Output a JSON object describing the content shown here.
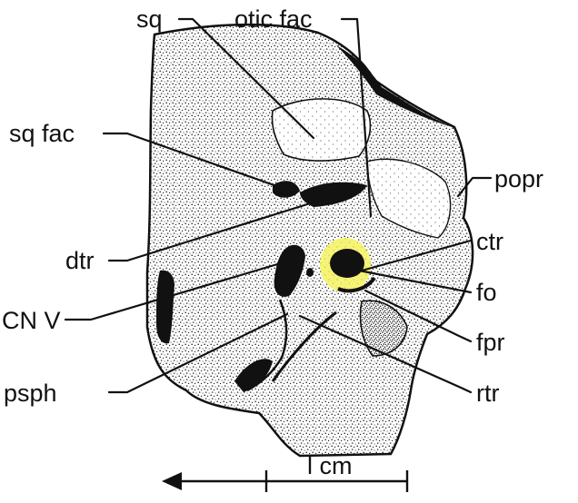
{
  "figure": {
    "labels": {
      "sq": "sq",
      "otic_fac": "otic fac",
      "sq_fac": "sq fac",
      "popr": "popr",
      "dtr": "dtr",
      "ctr": "ctr",
      "cn_v": "CN V",
      "fo": "fo",
      "fpr": "fpr",
      "psph": "psph",
      "rtr": "rtr"
    },
    "scale_bar": {
      "label": "l cm"
    },
    "highlight": {
      "structure": "fo",
      "color": "#f2ef1c"
    },
    "colors": {
      "ink": "#111111",
      "paper": "#ffffff",
      "highlight": "#f2ef1c"
    }
  }
}
